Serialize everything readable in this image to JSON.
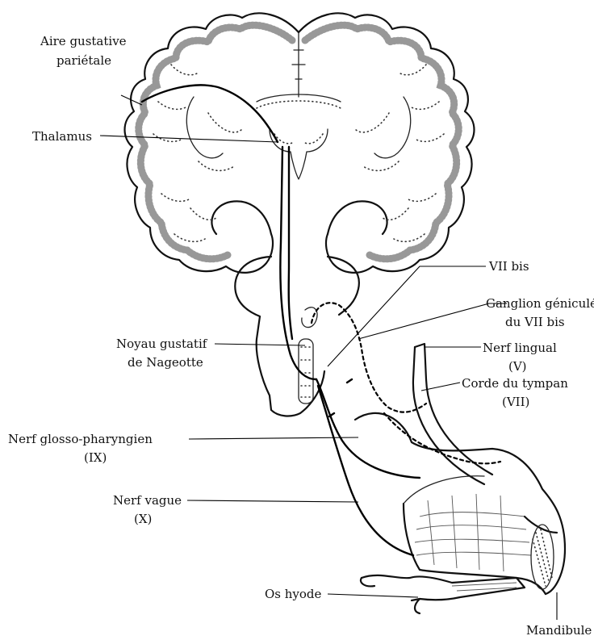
{
  "labels": {
    "aire_gustative": [
      "Aire gustative",
      "pariétale"
    ],
    "thalamus": "Thalamus",
    "noyau_gustatif": [
      "Noyau gustatif",
      "de Nageotte"
    ],
    "nerf_glosso": [
      "Nerf glosso-pharyngien",
      "(IX)"
    ],
    "nerf_vague": [
      "Nerf vague",
      "(X)"
    ],
    "os_hyode": "Os hyode",
    "vii_bis": "VII bis",
    "ganglion": [
      "Ganglion géniculé",
      "du VII bis"
    ],
    "nerf_lingual": [
      "Nerf lingual",
      "(V)"
    ],
    "corde_tympan": [
      "Corde du tympan",
      "(VII)"
    ],
    "mandibule": "Mandibule"
  }
}
